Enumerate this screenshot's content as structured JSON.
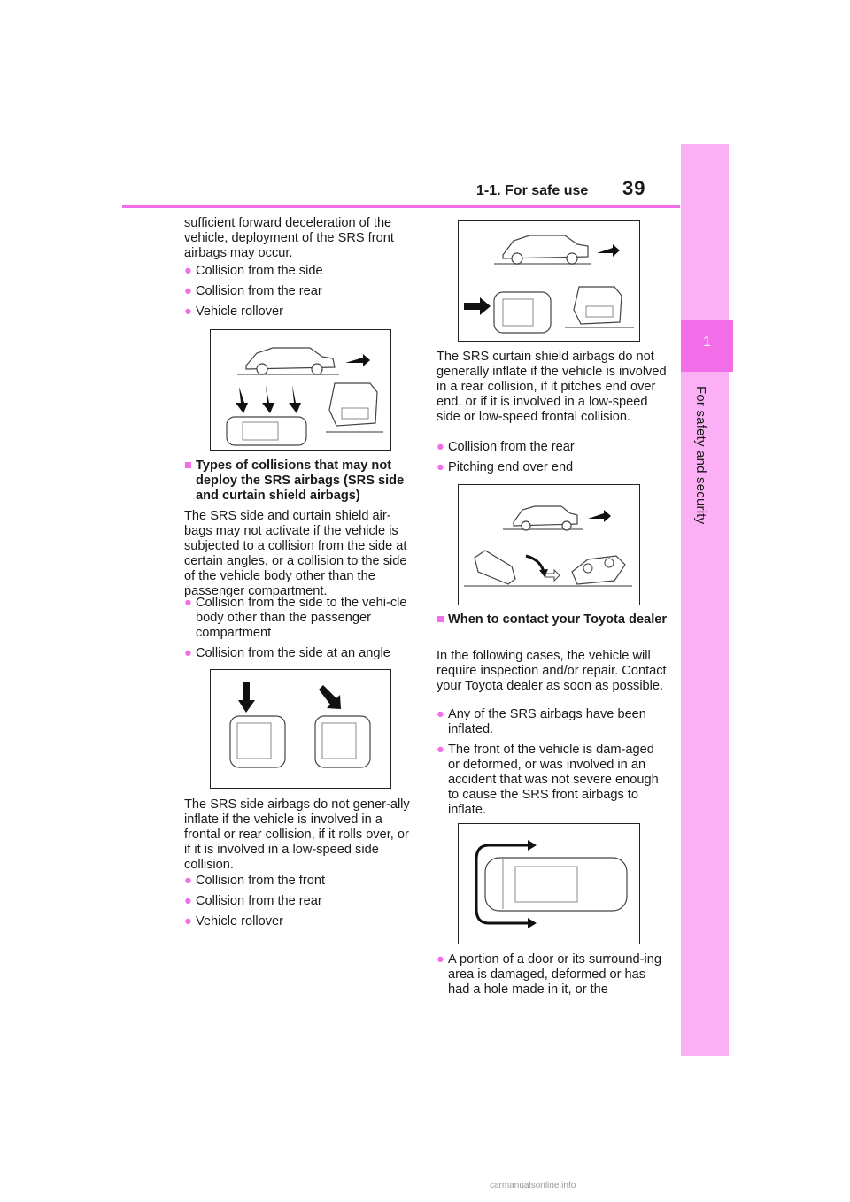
{
  "header": {
    "section": "1-1. For safe use",
    "page_number": "39"
  },
  "side_tab": {
    "number": "1",
    "label": "For safety and security"
  },
  "left": {
    "intro": "sufficient forward deceleration of the vehicle, deployment of the SRS front airbags may occur.",
    "bullets1": [
      "Collision from the side",
      "Collision from the rear",
      "Vehicle rollover"
    ],
    "heading": "Types of collisions that may not deploy the SRS airbags (SRS side and curtain shield airbags)",
    "para": "The SRS side and curtain shield air-bags may not activate if the vehicle is subjected to a collision from the side at certain angles, or a collision to the side of the vehicle body other than the passenger compartment.",
    "bullets2": [
      "Collision from the side to the vehi-cle body other than the passenger compartment",
      "Collision from the side at an angle"
    ],
    "para2": "The SRS side airbags do not gener-ally inflate if the vehicle is involved in a frontal or rear collision, if it rolls over, or if it is involved in a low-speed side collision.",
    "bullets3": [
      "Collision from the front",
      "Collision from the rear",
      "Vehicle rollover"
    ]
  },
  "right": {
    "para": "The SRS curtain shield airbags do not generally inflate if the vehicle is involved in a rear collision, if it pitches end over end, or if it is involved in a low-speed side or low-speed frontal collision.",
    "bullets1": [
      "Collision from the rear",
      "Pitching end over end"
    ],
    "heading": "When to contact your Toyota dealer",
    "para2": "In the following cases, the vehicle will require inspection and/or repair. Contact your Toyota dealer as soon as possible.",
    "bullets2": [
      "Any of the SRS airbags have been inflated.",
      "The front of the vehicle is dam-aged or deformed, or was involved in an accident that was not severe enough to cause the SRS front airbags to inflate."
    ],
    "bullets3": [
      "A portion of a door or its surround-ing area is damaged, deformed or has had a hole made in it, or the"
    ]
  },
  "footer": {
    "watermark": "carmanualsonline.info"
  }
}
